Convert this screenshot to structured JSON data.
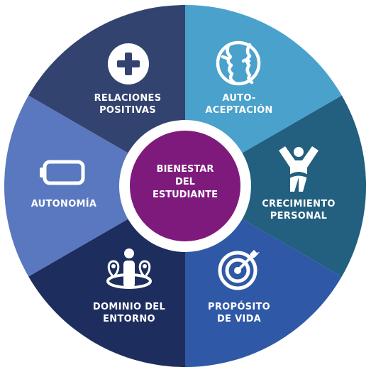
{
  "center": {
    "lines": [
      "BIENESTAR",
      "DEL",
      "ESTUDIANTE"
    ],
    "color": "#7e1a7c"
  },
  "segments": [
    {
      "id": "auto-aceptacion",
      "lines": [
        "AUTO-",
        "ACEPTACIÓN"
      ],
      "color": "#4aa1cc",
      "icon": "faces-icon"
    },
    {
      "id": "crecimiento-personal",
      "lines": [
        "CRECIMIENTO",
        "PERSONAL"
      ],
      "color": "#235f7e",
      "icon": "person-growth-icon"
    },
    {
      "id": "proposito-de-vida",
      "lines": [
        "PROPÓSITO",
        "DE VIDA"
      ],
      "color": "#2f58a6",
      "icon": "target-icon"
    },
    {
      "id": "dominio-del-entorno",
      "lines": [
        "DOMINIO DEL",
        "ENTORNO"
      ],
      "color": "#1d2e5e",
      "icon": "location-person-icon"
    },
    {
      "id": "autonomia",
      "lines": [
        "AUTONOMÍA"
      ],
      "color": "#5a78bf",
      "icon": "battery-icon"
    },
    {
      "id": "relaciones-positivas",
      "lines": [
        "RELACIONES",
        "POSITIVAS"
      ],
      "color": "#33436f",
      "icon": "plus-icon"
    }
  ]
}
